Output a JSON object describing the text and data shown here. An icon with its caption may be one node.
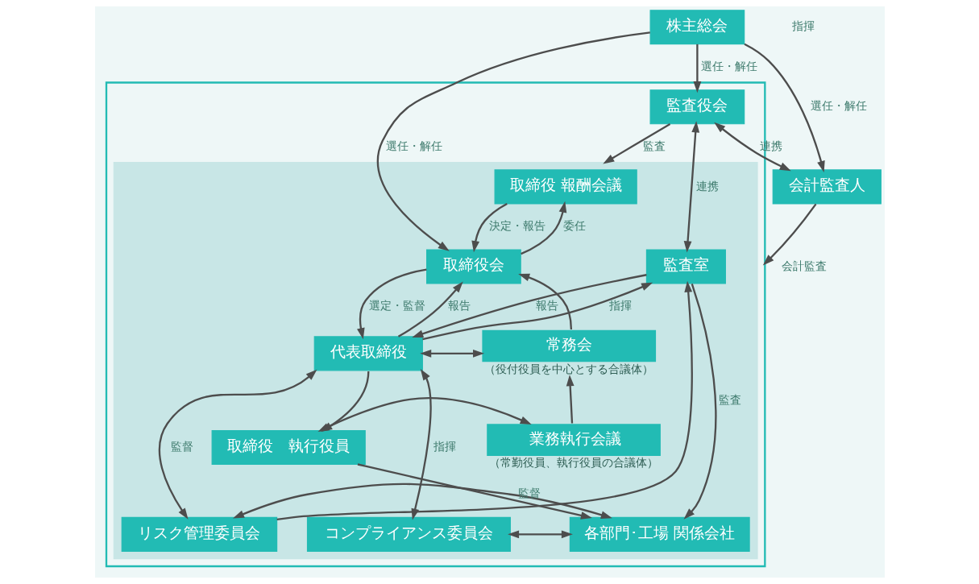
{
  "diagram": {
    "nodes": [
      {
        "text": [
          "株主総会"
        ]
      },
      {
        "text": [],
        "shape": "box"
      },
      {
        "text": [
          "監査役会"
        ],
        "in": 1
      },
      {
        "text": [],
        "shape": "box",
        "in": 1
      },
      {
        "text": [
          "取締役 報酬会議"
        ],
        "in": 3
      },
      {
        "text": [
          "取締役会"
        ],
        "in": 3
      },
      {
        "text": [
          "監査室"
        ],
        "in": 3
      },
      {
        "text": [
          "代表取締役"
        ],
        "in": 3
      },
      {
        "text": [
          "常務会"
        ],
        "beside": [
          "（役付役員を中心とする合議体）"
        ],
        "in": 3
      },
      {
        "text": [
          "リスク管理委員会"
        ],
        "in": 3
      },
      {
        "text": [
          "取締役　執行役員"
        ],
        "in": 3
      },
      {
        "text": [
          "業務執行会議"
        ],
        "beside": [
          "（常勤役員、執行役員の合議体）"
        ],
        "in": 3
      },
      {
        "text": [
          "各部門･工場 関係会社"
        ],
        "in": 3
      },
      {
        "text": [
          "コンプライアンス委員会"
        ],
        "in": 3
      },
      {
        "text": [
          "会計監査人"
        ]
      }
    ],
    "edges": [
      {
        "from": 0,
        "to": 2,
        "arrow": "to",
        "label": "選任・解任"
      },
      {
        "from": 0,
        "to": 5,
        "arrow": "to",
        "label": "選任・解任"
      },
      {
        "from": 0,
        "to": 14,
        "arrow": "to",
        "label": "選任・解任"
      },
      {
        "from": 4,
        "to": 5,
        "arrow": "to",
        "label": "決定・報告"
      },
      {
        "from": 5,
        "to": 4,
        "arrow": "to",
        "label": "委任"
      },
      {
        "from": 2,
        "to": 3,
        "arrow": "to",
        "label": "監査"
      },
      {
        "from": 2,
        "to": 6,
        "arrow": "both",
        "label": "連携"
      },
      {
        "from": 14,
        "to": 1,
        "arrow": "to",
        "label": "会計監査"
      },
      {
        "from": 5,
        "to": 7,
        "arrow": "to",
        "label": "選定・監督"
      },
      {
        "from": 7,
        "to": 5,
        "arrow": "to",
        "label": "報告"
      },
      {
        "from": 7,
        "to": 6,
        "arrow": "to",
        "label": "指揮"
      },
      {
        "from": 6,
        "to": 7,
        "arrow": "to",
        "label": "報告"
      },
      {
        "from": 8,
        "to": 5,
        "arrow": "to"
      },
      {
        "from": 7,
        "to": 8,
        "arrow": "both"
      },
      {
        "from": 7,
        "to": 9,
        "arrow": "both",
        "label": "監督"
      },
      {
        "from": 7,
        "to": 13,
        "arrow": "both",
        "label": "指揮"
      },
      {
        "from": 7,
        "to": 10,
        "arrow": "to"
      },
      {
        "from": 10,
        "to": 11,
        "arrow": "both"
      },
      {
        "from": 11,
        "to": 8,
        "arrow": "to"
      },
      {
        "from": 10,
        "to": 12,
        "arrow": "to",
        "label": "監督"
      },
      {
        "from": 9,
        "to": 6,
        "arrow": "to"
      },
      {
        "from": 6,
        "to": 12,
        "arrow": "to",
        "label": "監査"
      },
      {
        "from": 9,
        "to": 12,
        "arrow": "both"
      },
      {
        "from": 12,
        "to": 13,
        "arrow": "both"
      },
      {
        "from": 2,
        "to": 14,
        "arrow": "both",
        "label": "連携"
      }
    ],
    "labels": [
      "指揮"
    ]
  }
}
